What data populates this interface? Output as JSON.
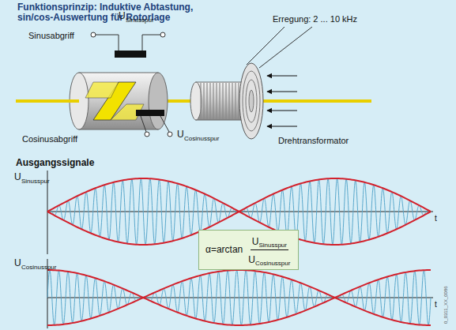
{
  "diagram": {
    "title": "Funktionsprinzip: Induktive Abtastung, sin/cos-Auswertung für Rotorlage",
    "nodes": [
      {
        "text": [
          "α=arctan",
          "U",
          "Sinusspur",
          "U",
          "Cosinusspur"
        ]
      }
    ],
    "labels": [
      "Sinusabgriff",
      "U",
      "Sinusspur",
      "Erregung: 2 ... 10 kHz",
      "Cosinusabgriff",
      "U",
      "Cosinusspur",
      "Drehtransformator",
      "Ausgangssignale",
      "U",
      "Sinusspur",
      "t",
      "U",
      "Cosinusspur",
      "t",
      "0_0311_XX_0086"
    ]
  }
}
